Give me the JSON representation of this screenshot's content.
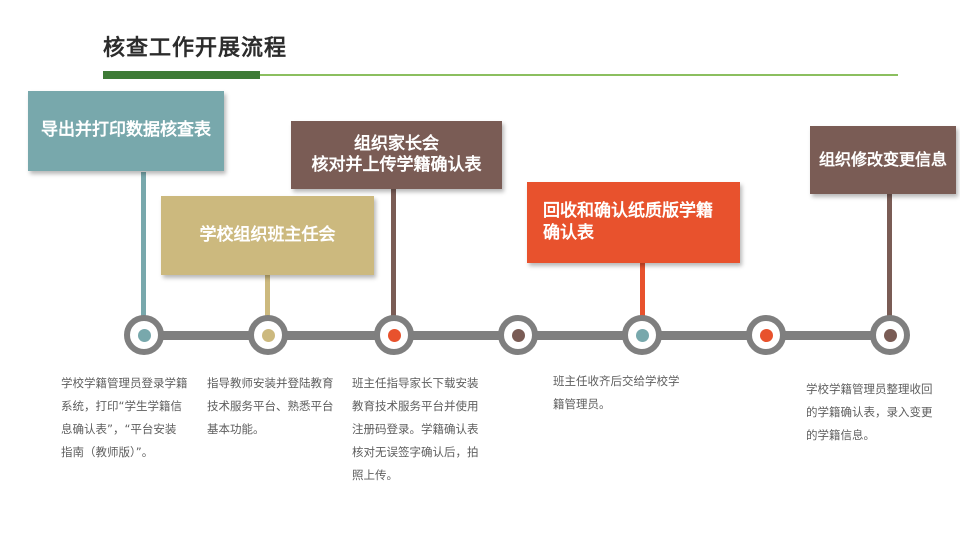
{
  "title": "核查工作开展流程",
  "colors": {
    "teal": "#78a8ac",
    "tan": "#ccb97e",
    "brown": "#7a5c55",
    "orange": "#e8522d",
    "timeline": "#7f7f7f",
    "title_bar": "#3e7b36",
    "title_rule": "#8bbf5f"
  },
  "steps": [
    {
      "label": "导出并打印数据核查表",
      "description": "学校学籍管理员登录学籍\n系统，打印“学生学籍信\n息确认表”，“平台安装\n指南（教师版）”。"
    },
    {
      "label": "学校组织班主任会",
      "description": "指导教师安装并登陆教育\n技术服务平台、熟悉平台\n基本功能。"
    },
    {
      "label_lines": [
        "组织家长会",
        "核对并上传学籍确认表"
      ],
      "description": "班主任指导家长下载安装\n教育技术服务平台并使用\n注册码登录。学籍确认表\n核对无误签字确认后，拍\n照上传。"
    },
    {
      "label_lines": [
        "回收和确认纸质版学籍",
        "确认表"
      ],
      "description": "班主任收齐后交给学校学\n籍管理员。"
    },
    {
      "label": "组织修改变更信息",
      "description": "学校学籍管理员整理收回\n的学籍确认表，录入变更\n的学籍信息。"
    }
  ]
}
